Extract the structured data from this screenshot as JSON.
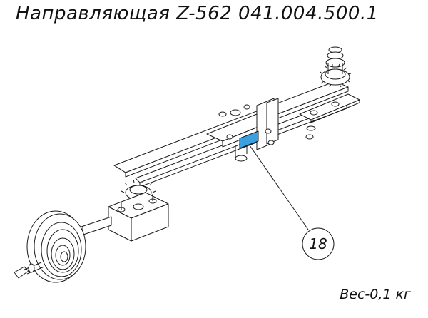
{
  "title": "Направляющая Z-562 041.004.500.1",
  "weight_label": "Вес-0,1 кг",
  "callout": {
    "number": "18"
  },
  "colors": {
    "line": "#1a1a1a",
    "highlight": "#3aa0e0",
    "background": "#ffffff"
  }
}
